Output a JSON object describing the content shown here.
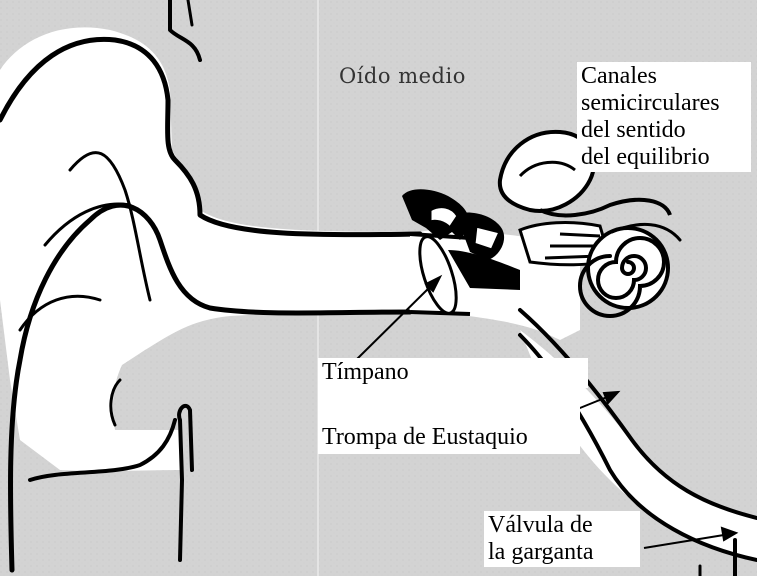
{
  "diagram": {
    "title": "Oído medio",
    "labels": {
      "canales": "Canales\nsemicirculares\ndel sentido\ndel equilibrio",
      "timpano": "Tímpano",
      "trompa": "Trompa de Eustaquio",
      "valvula": "Válvula de\nla garganta"
    },
    "colors": {
      "background": "#d3d3d3",
      "ink": "#000000",
      "paper": "#ffffff"
    }
  }
}
